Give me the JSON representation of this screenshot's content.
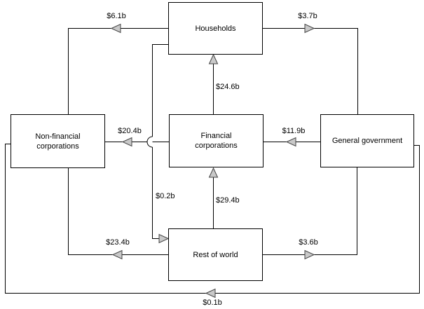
{
  "diagram": {
    "nodes": {
      "households": {
        "label": "Households"
      },
      "non_financial": {
        "label": "Non-financial corporations"
      },
      "financial": {
        "label": "Financial corporations"
      },
      "general_government": {
        "label": "General government"
      },
      "rest_of_world": {
        "label": "Rest of world"
      }
    },
    "flows": {
      "households_to_non_financial": {
        "label": "$6.1b",
        "from": "Households",
        "to": "Non-financial corporations"
      },
      "households_to_government": {
        "label": "$3.7b",
        "from": "Households",
        "to": "General government"
      },
      "financial_to_households": {
        "label": "$24.6b",
        "from": "Financial corporations",
        "to": "Households"
      },
      "financial_to_non_financial": {
        "label": "$20.4b",
        "from": "Financial corporations",
        "to": "Non-financial corporations"
      },
      "government_to_financial": {
        "label": "$11.9b",
        "from": "General government",
        "to": "Financial corporations"
      },
      "households_to_rest_of_world": {
        "label": "$0.2b",
        "from": "Households",
        "to": "Rest of world"
      },
      "rest_of_world_to_financial": {
        "label": "$29.4b",
        "from": "Rest of world",
        "to": "Financial corporations"
      },
      "rest_of_world_to_non_financial": {
        "label": "$23.4b",
        "from": "Rest of world",
        "to": "Non-financial corporations"
      },
      "rest_of_world_to_government": {
        "label": "$3.6b",
        "from": "Rest of world",
        "to": "General government"
      },
      "government_to_non_financial": {
        "label": "$0.1b",
        "from": "General government",
        "to": "Non-financial corporations"
      }
    },
    "colors": {
      "background": "#ffffff",
      "line": "#000000",
      "arrow_fill": "#c9c9c9",
      "arrow_outline": "#444444",
      "box_fill": "#ffffff",
      "box_border": "#000000",
      "text": "#000000"
    }
  }
}
